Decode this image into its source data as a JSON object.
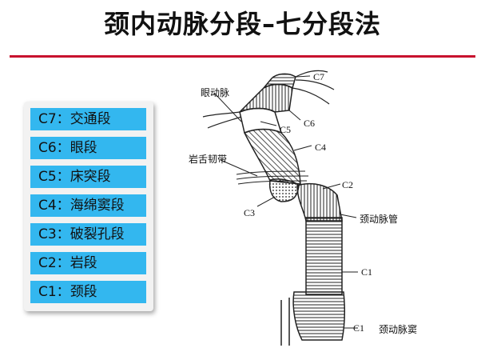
{
  "title": "颈内动脉分段–七分段法",
  "legend": [
    {
      "code": "C7：",
      "name": "交通段"
    },
    {
      "code": "C6：",
      "name": "眼段"
    },
    {
      "code": "C5：",
      "name": "床突段"
    },
    {
      "code": "C4：",
      "name": "海绵窦段"
    },
    {
      "code": "C3：",
      "name": "破裂孔段"
    },
    {
      "code": "C2：",
      "name": "岩段"
    },
    {
      "code": "C1：",
      "name": "颈段"
    }
  ],
  "diagram": {
    "labels": {
      "c7": "C7",
      "ophthalmic_artery": "眼动脉",
      "c6": "C6",
      "c5": "C5",
      "c4": "C4",
      "petrolingual_ligament": "岩舌韧带",
      "c2": "C2",
      "c3": "C3",
      "carotid_canal": "颈动脉管",
      "c1_upper": "C1",
      "c1_lower": "C1",
      "carotid_sinus": "颈动脉窦"
    }
  },
  "colors": {
    "title_rule": "#c8102e",
    "legend_item_bg": "#33b7ef",
    "legend_panel_bg": "#f2f2f2"
  }
}
